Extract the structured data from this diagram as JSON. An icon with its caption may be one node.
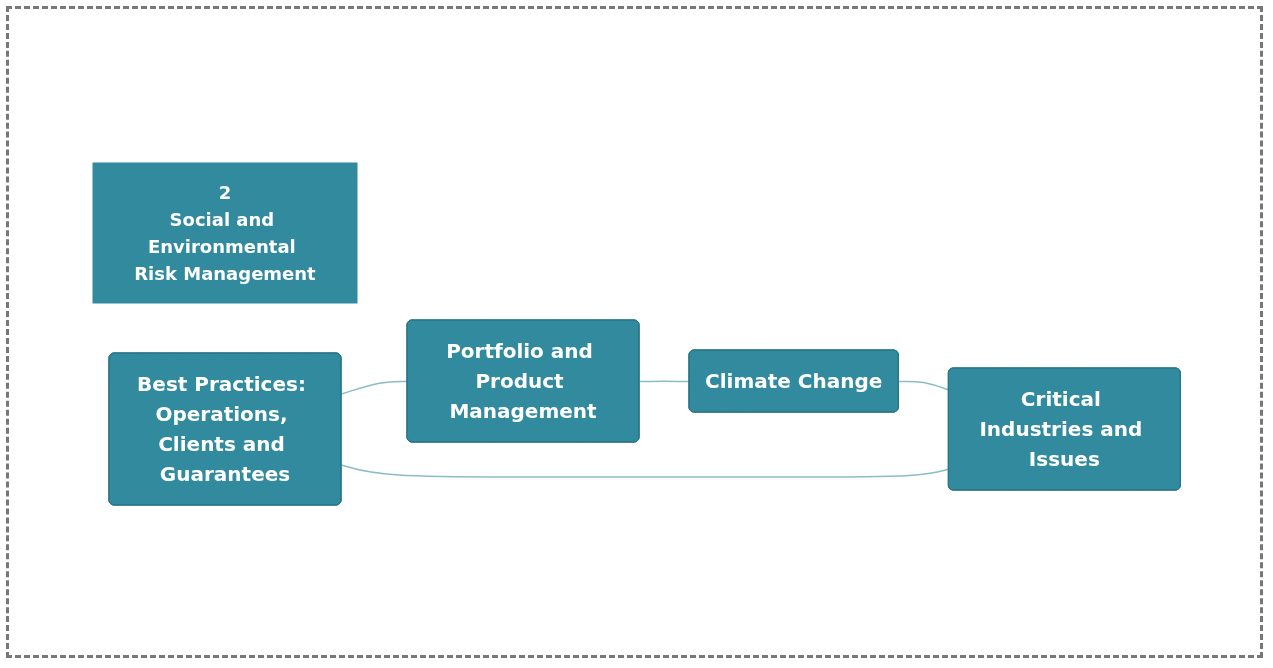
{
  "diagram": {
    "nodes": [
      {
        "text": [
          "2",
          "Social and Environmental Risk Management"
        ]
      },
      {
        "text": [
          "Best Practices: Operations, Clients and Guarantees"
        ]
      },
      {
        "text": [
          "Critical Industries and Issues"
        ]
      },
      {
        "text": [
          "Portfolio and Product Management"
        ]
      },
      {
        "text": [
          "Climate Change"
        ]
      }
    ],
    "edges": [
      {
        "from": 1,
        "to": 3,
        "arrow": "none"
      },
      {
        "from": 3,
        "to": 4,
        "arrow": "none"
      },
      {
        "from": 4,
        "to": 2,
        "arrow": "none"
      },
      {
        "from": 2,
        "to": 1,
        "arrow": "none"
      }
    ]
  }
}
